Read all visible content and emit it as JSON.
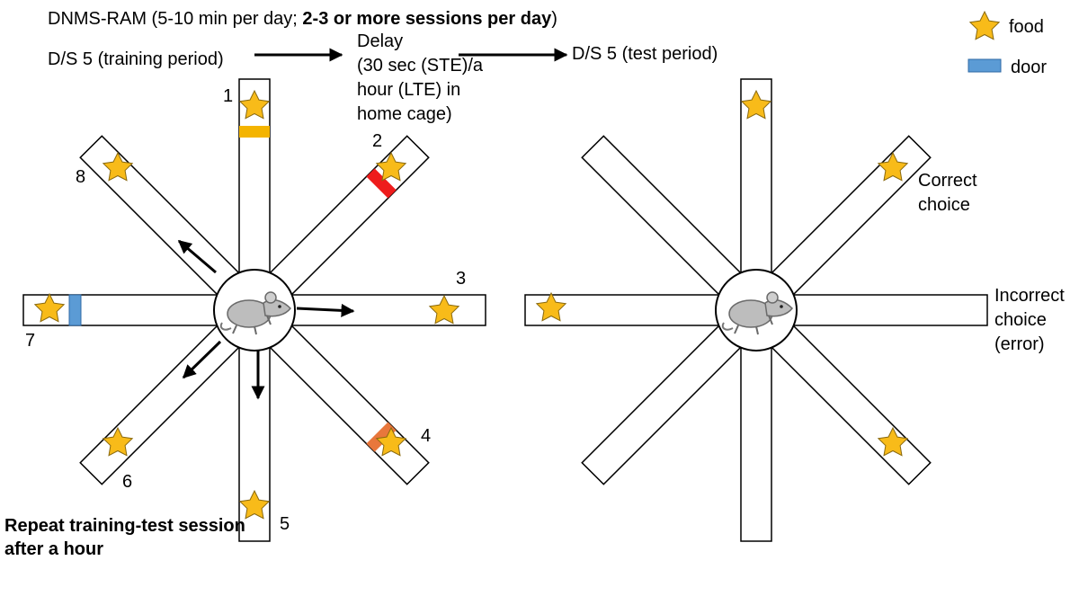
{
  "header": {
    "protocol_prefix": "DNMS-RAM (5-10 min per day; ",
    "protocol_bold": "2-3 or more sessions per day",
    "protocol_suffix": ")",
    "training_label": "D/S 5 (training period)",
    "delay_lines": [
      "Delay",
      "(30 sec (STE)/a",
      "hour (LTE) in",
      "home cage)"
    ],
    "test_label": "D/S 5 (test period)"
  },
  "legend": {
    "food_label": "food",
    "door_label": "door",
    "food_color": "#f8bb19",
    "door_color": "#5b9bd5"
  },
  "training_maze": {
    "arm_numbers": [
      "1",
      "2",
      "3",
      "4",
      "5",
      "6",
      "7",
      "8"
    ],
    "doors": [
      {
        "arm": "1",
        "color": "#f4b400"
      },
      {
        "arm": "2",
        "color": "#ee1c1c"
      },
      {
        "arm": "4",
        "color": "#e8773c"
      },
      {
        "arm": "7",
        "color": "#5b9bd5"
      }
    ],
    "food_arms": [
      "1",
      "2",
      "3",
      "4",
      "5",
      "6",
      "7",
      "8"
    ],
    "rat_icon": "rat-icon"
  },
  "test_maze": {
    "correct_label": [
      "Correct",
      "choice"
    ],
    "incorrect_label": [
      "Incorrect",
      "choice",
      "(error)"
    ],
    "rat_icon": "rat-icon"
  },
  "footer": {
    "repeat_lines": [
      "Repeat training-test session",
      "after a hour"
    ]
  }
}
